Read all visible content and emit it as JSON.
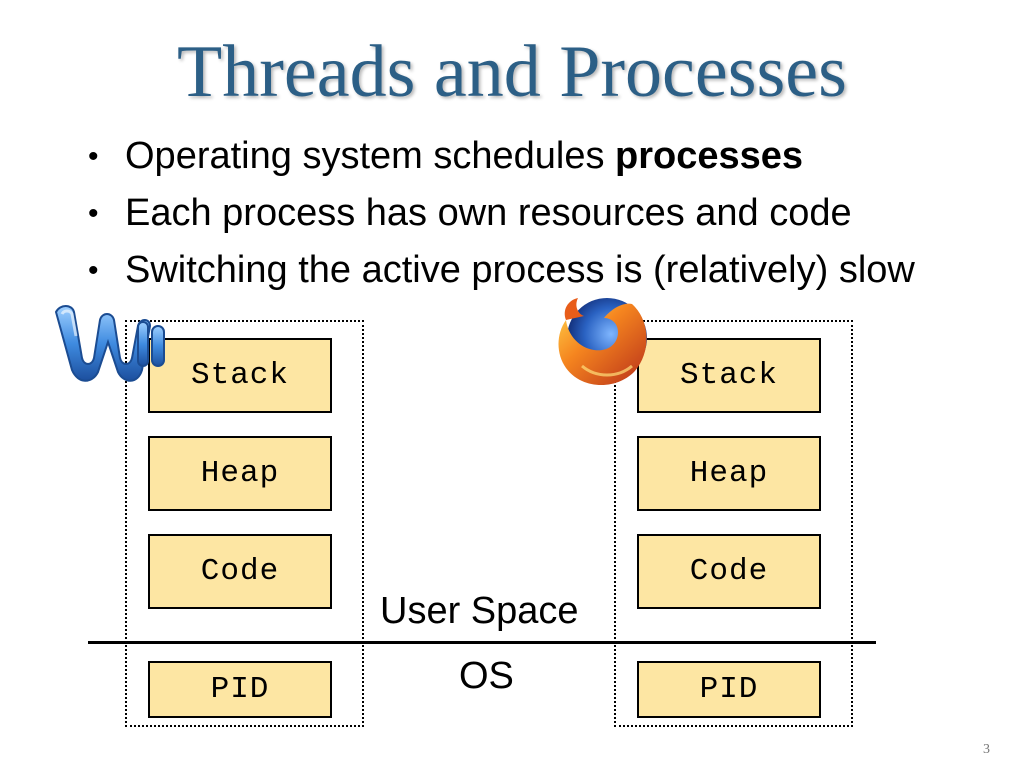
{
  "title": "Threads and Processes",
  "bullets": [
    {
      "text": "Operating system schedules ",
      "bold": "processes"
    },
    {
      "text": "Each process has own resources and code",
      "bold": ""
    },
    {
      "text": "Switching the active process is (relatively) slow",
      "bold": ""
    }
  ],
  "bullet_glyph": "•",
  "process_left": {
    "icon": "word-icon",
    "segments": {
      "stack": "Stack",
      "heap": "Heap",
      "code": "Code",
      "pid": "PID"
    }
  },
  "process_right": {
    "icon": "firefox-icon",
    "segments": {
      "stack": "Stack",
      "heap": "Heap",
      "code": "Code",
      "pid": "PID"
    }
  },
  "labels": {
    "user_space": "User Space",
    "os": "OS"
  },
  "slide_number": "3",
  "colors": {
    "title": "#2c5f86",
    "segment_fill": "#fde6a3"
  }
}
